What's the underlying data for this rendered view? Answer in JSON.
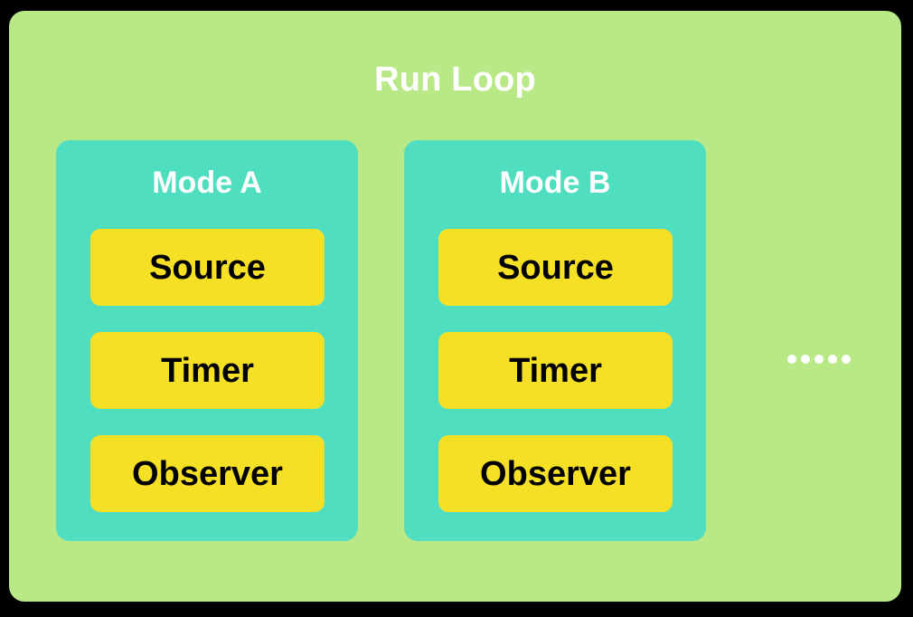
{
  "diagram": {
    "title": "Run Loop",
    "background_color": "#b8e986",
    "title_color": "#ffffff",
    "canvas_color": "#000000",
    "modes": [
      {
        "label": "Mode A",
        "color": "#4fdec0",
        "label_color": "#ffffff",
        "items": [
          {
            "label": "Source",
            "color": "#f5e026",
            "text_color": "#000000"
          },
          {
            "label": "Timer",
            "color": "#f5e026",
            "text_color": "#000000"
          },
          {
            "label": "Observer",
            "color": "#f5e026",
            "text_color": "#000000"
          }
        ]
      },
      {
        "label": "Mode B",
        "color": "#4fdec0",
        "label_color": "#ffffff",
        "items": [
          {
            "label": "Source",
            "color": "#f5e026",
            "text_color": "#000000"
          },
          {
            "label": "Timer",
            "color": "#f5e026",
            "text_color": "#000000"
          },
          {
            "label": "Observer",
            "color": "#f5e026",
            "text_color": "#000000"
          }
        ]
      }
    ],
    "more_indicator": {
      "name": "ellipsis",
      "dot_count": 5,
      "color": "#ffffff"
    }
  }
}
